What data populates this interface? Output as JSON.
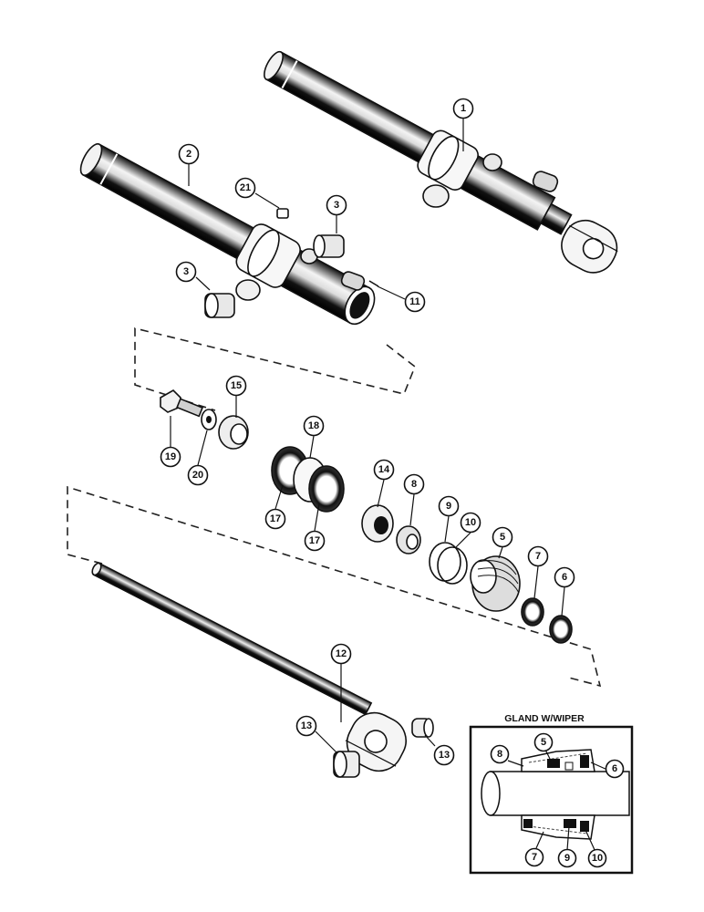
{
  "figure": {
    "inset_title": "GLAND W/WIPER",
    "callouts": {
      "c1": "1",
      "c2": "2",
      "c3a": "3",
      "c3b": "3",
      "c21": "21",
      "c11": "11",
      "c15": "15",
      "c18": "18",
      "c19": "19",
      "c20": "20",
      "c17a": "17",
      "c17b": "17",
      "c14": "14",
      "c8": "8",
      "c9": "9",
      "c10": "10",
      "c5": "5",
      "c7": "7",
      "c6": "6",
      "c12": "12",
      "c13a": "13",
      "c13b": "13"
    },
    "inset_callouts": {
      "i8": "8",
      "i5": "5",
      "i6": "6",
      "i7": "7",
      "i9": "9",
      "i10": "10"
    }
  }
}
